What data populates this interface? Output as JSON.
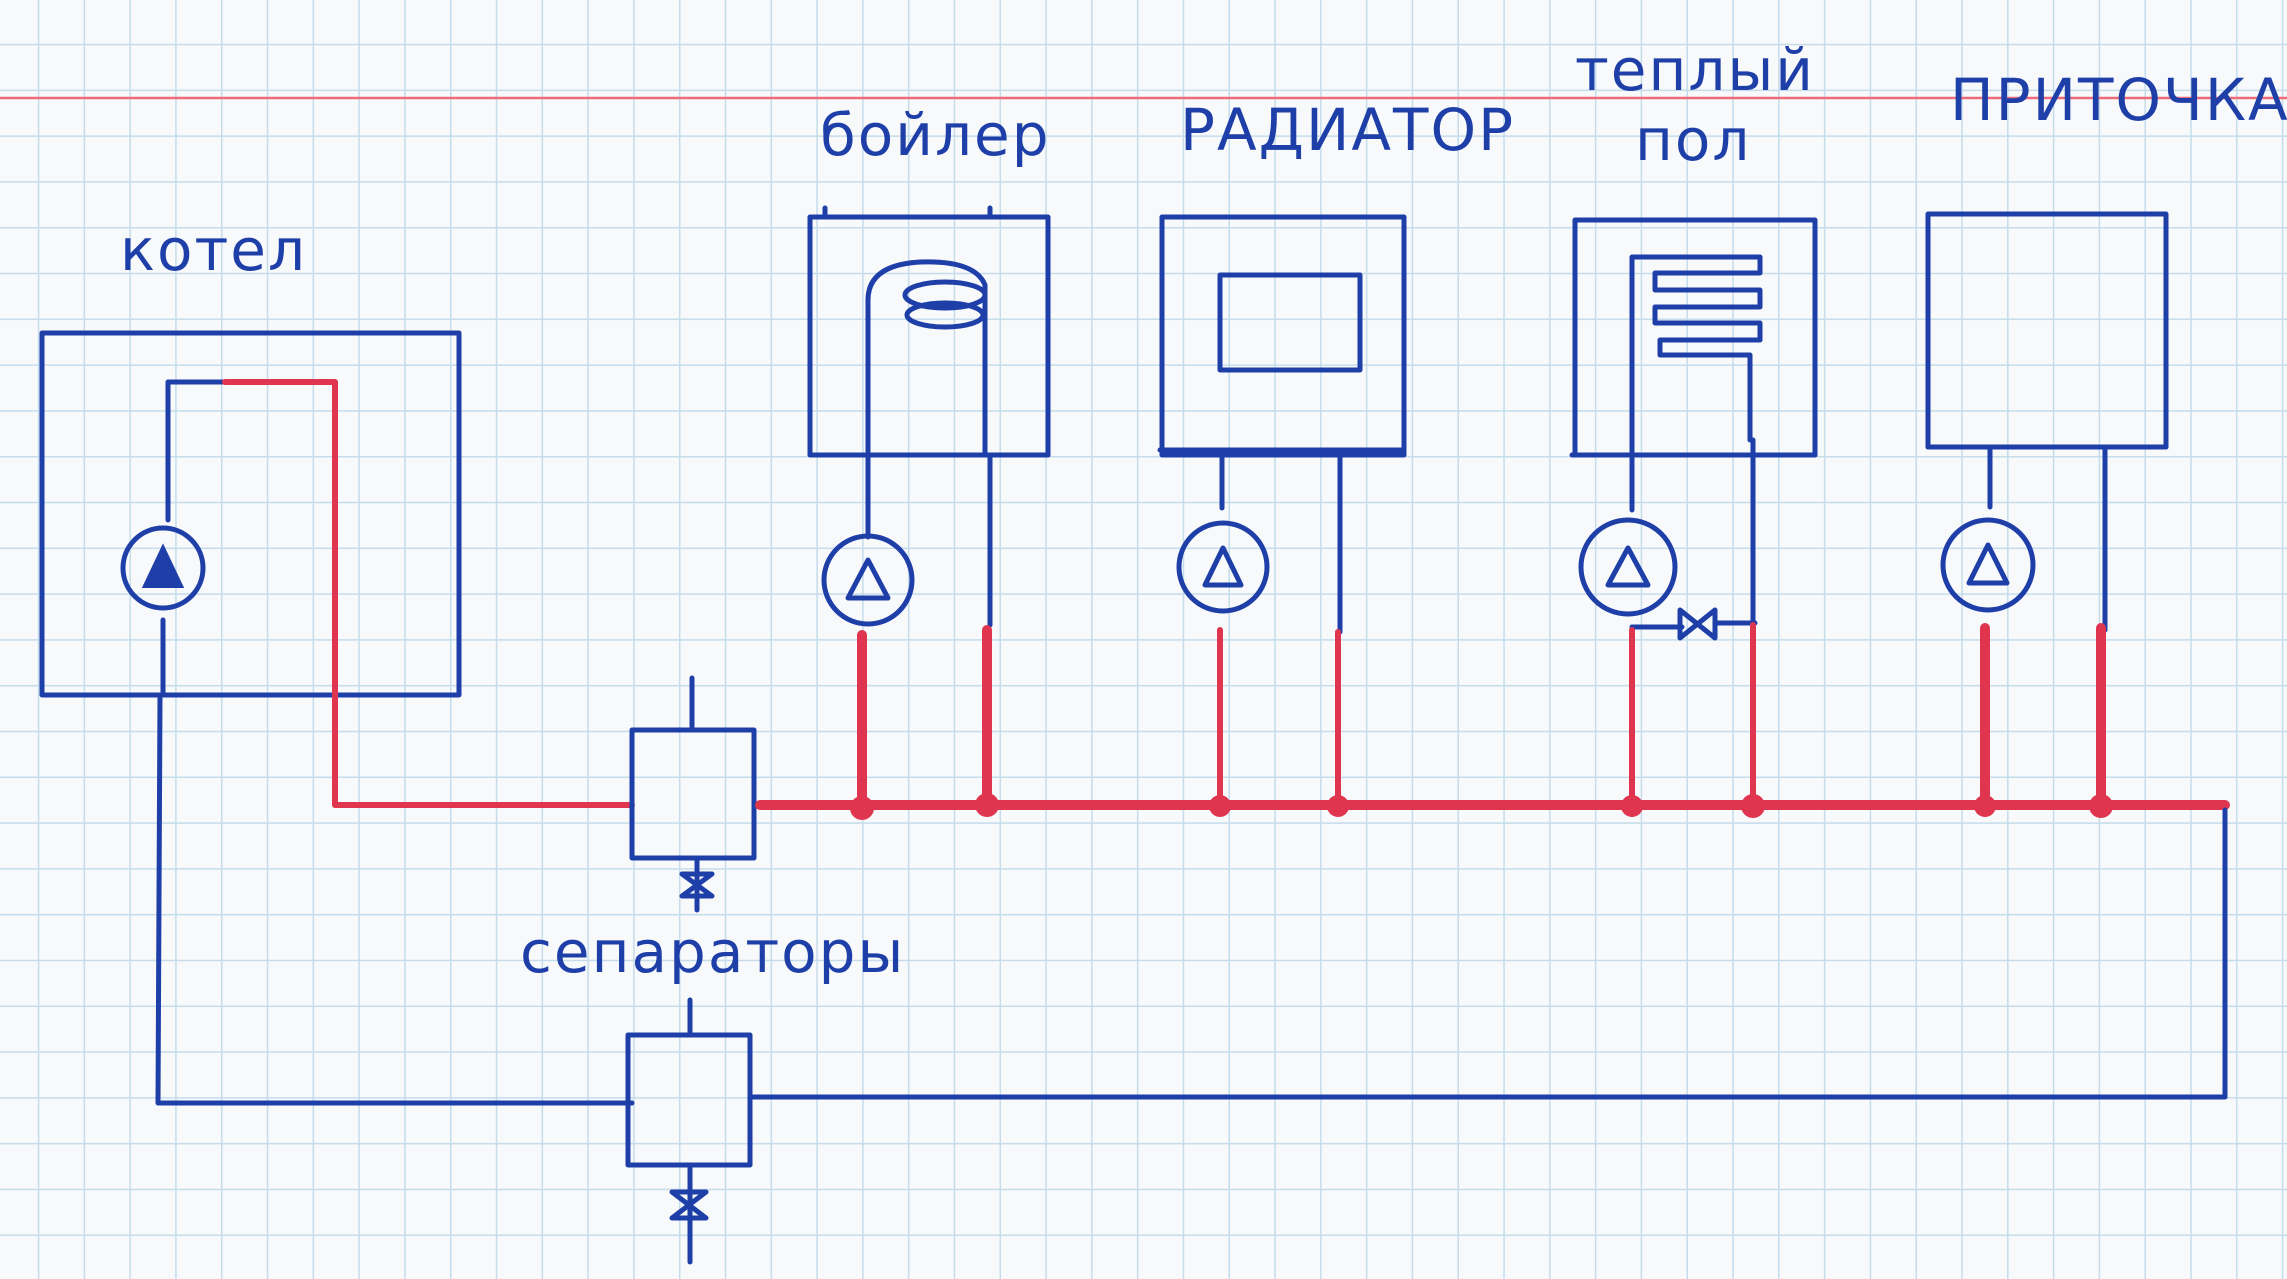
{
  "labels": {
    "boiler_main": "котел",
    "boiler_dhw": "бойлер",
    "radiator": "РАДИАТОР",
    "floor_line1": "теплый",
    "floor_line2": "пол",
    "supply_vent": "ПРИТОЧКА",
    "separators": "сепараторы"
  },
  "colors": {
    "pipe_supply": "#e0354f",
    "pipe_return": "#1f3fa8",
    "ink": "#1f3fa8",
    "grid": "#c5dceb"
  },
  "icons": {
    "pump": "pump-icon",
    "valve": "three-way-valve-icon",
    "drain": "drain-valve-icon",
    "coil": "coil-icon"
  }
}
